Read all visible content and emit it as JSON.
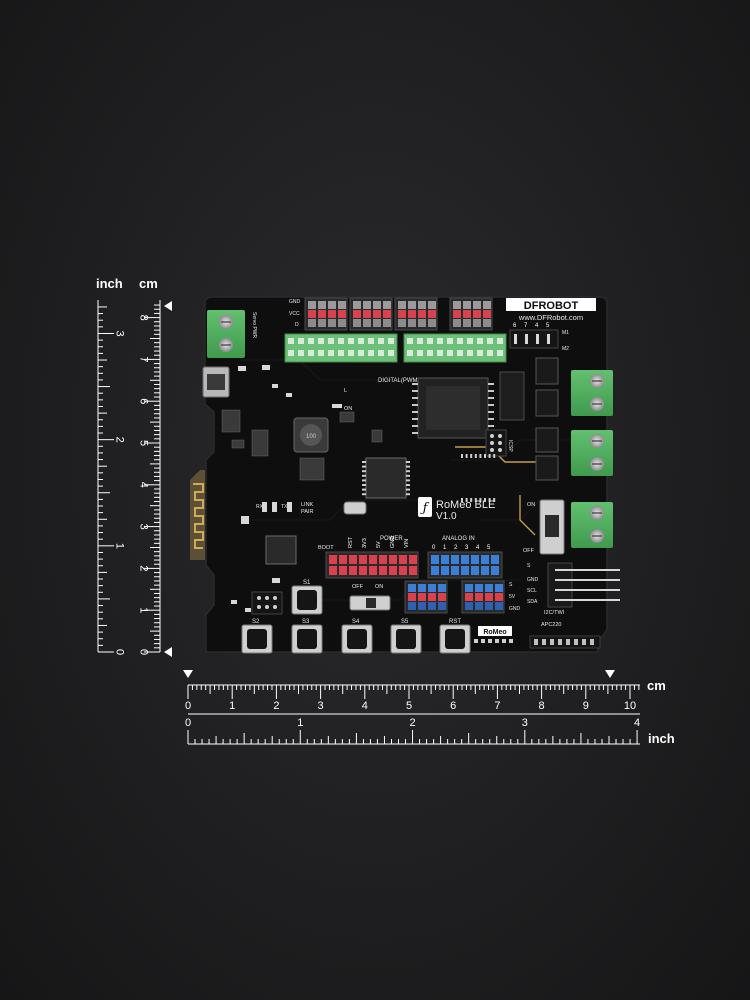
{
  "rulers": {
    "vertical": {
      "inch_label": "inch",
      "cm_label": "cm",
      "inch_ticks": [
        "0",
        "1",
        "2",
        "3"
      ],
      "cm_ticks": [
        "0",
        "1",
        "2",
        "3",
        "4",
        "5",
        "6",
        "7",
        "8"
      ]
    },
    "horizontal": {
      "cm_label": "cm",
      "inch_label": "inch",
      "cm_ticks": [
        "0",
        "1",
        "2",
        "3",
        "4",
        "5",
        "6",
        "7",
        "8",
        "9",
        "10"
      ],
      "inch_ticks": [
        "0",
        "1",
        "2",
        "3",
        "4"
      ]
    }
  },
  "board": {
    "brand": "DFROBOT",
    "url": "www.DFRobot.com",
    "model": "RoMeo BLE",
    "version": "V1.0",
    "silk_romeo": "RoMeo",
    "labels": {
      "gnd": "GND",
      "vcc": "VCC",
      "d": "D",
      "servo_pwr": "Servo PWR",
      "digital": "DIGITAL(PWM*)",
      "power": "POWER",
      "analog_in": "ANALOG IN",
      "i2c": "I2C/TWI",
      "apc": "APC220",
      "icsp": "ICSP",
      "link": "LINK",
      "pair": "PAIR",
      "rx": "RX",
      "tx": "TX",
      "l": "L",
      "on": "ON",
      "off": "OFF",
      "boot": "BOOT",
      "m1": "M1",
      "m2": "M2",
      "scl": "SCL",
      "sda": "SDA",
      "five_v": "5V",
      "s": "S"
    },
    "power_pins": [
      "RST",
      "3V3",
      "5V",
      "GND",
      "VIN"
    ],
    "analog_pins": [
      "0",
      "1",
      "2",
      "3",
      "4",
      "5"
    ],
    "motor_pins": [
      "6",
      "7",
      "4",
      "5"
    ],
    "buttons": [
      "S1",
      "S2",
      "S3",
      "S4",
      "S5",
      "RST"
    ]
  }
}
